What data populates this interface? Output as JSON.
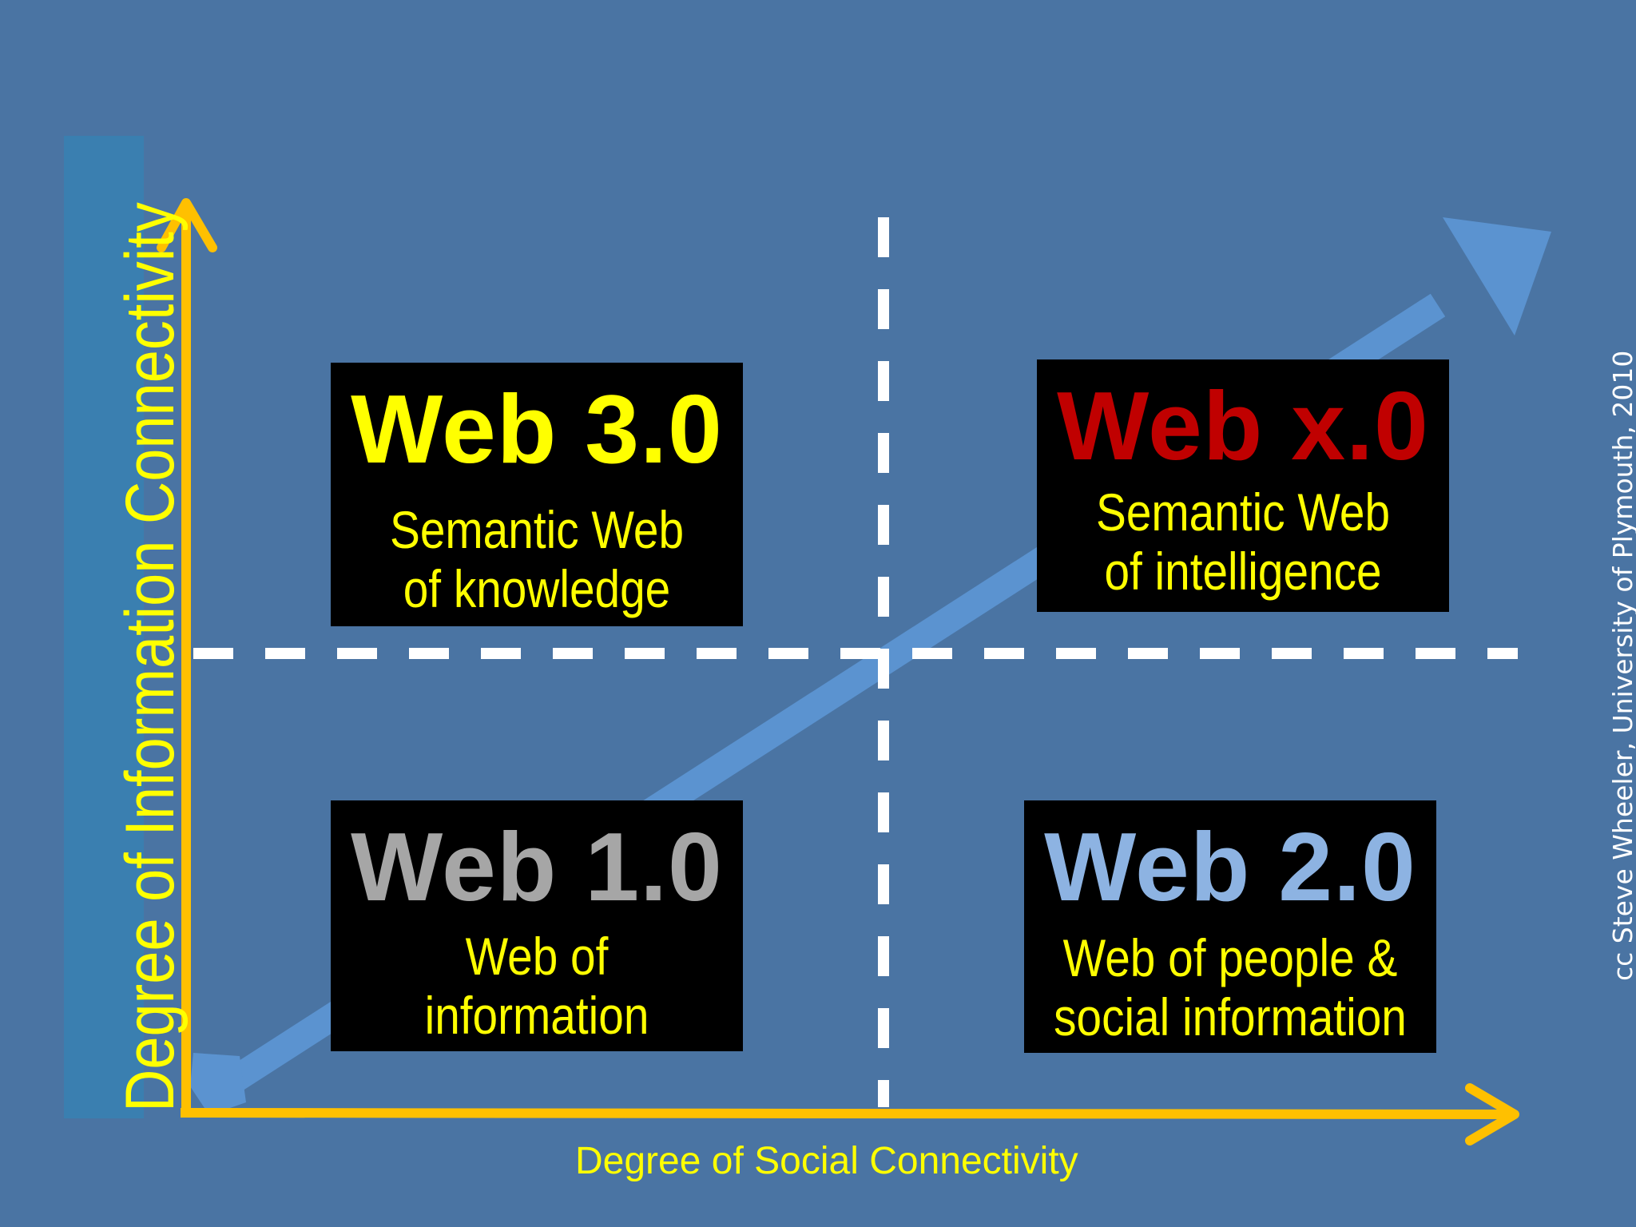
{
  "y_axis_label": "Degree of Information Connectivity",
  "x_axis_label": "Degree of Social Connectivity",
  "credit": "cc  Steve Wheeler, University of Plymouth, 2010",
  "boxes": {
    "web3": {
      "title": "Web 3.0",
      "lines": [
        "Semantic Web",
        "of knowledge"
      ],
      "title_color": "#ffff00"
    },
    "webx": {
      "title": "Web x.0",
      "lines": [
        "Semantic Web",
        "of intelligence"
      ],
      "title_color": "#c00000"
    },
    "web1": {
      "title": "Web 1.0",
      "lines": [
        "Web of",
        "information"
      ],
      "title_color": "#a6a6a6"
    },
    "web2": {
      "title": "Web 2.0",
      "lines": [
        "Web of people &",
        "social information"
      ],
      "title_color": "#8db3e2"
    }
  },
  "colors": {
    "background": "#4a74a3",
    "axis": "#ffc000",
    "trend_arrow": "#5b93d0",
    "divider": "#ffffff",
    "subtitle_text": "#ffff00"
  }
}
